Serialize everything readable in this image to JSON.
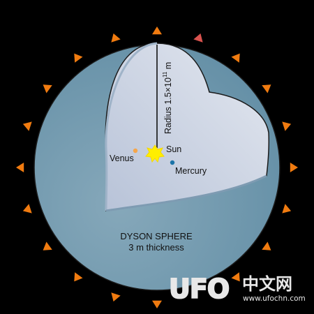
{
  "diagram": {
    "sphere_label_line1": "DYSON SPHERE",
    "sphere_label_line2": "3 m thickness",
    "radius_label": "Radius 1.5×10",
    "radius_exponent": "11",
    "radius_unit": "m",
    "sun_label": "Sun",
    "venus_label": "Venus",
    "mercury_label": "Mercury"
  },
  "watermark": {
    "logo_text": "UFO",
    "chinese_text": "中文网",
    "url": "www.ufochn.com"
  },
  "colors": {
    "background": "#000000",
    "shell_outer": "#6a94aa",
    "shell_inner_surface": "#d8dde8",
    "arrow_orange": "#f07b10",
    "arrow_red": "#d9534f",
    "sun": "#ffee00",
    "venus": "#f6a64a",
    "mercury": "#1c74a8"
  },
  "icons": {
    "sun": "sun-burst-icon",
    "arrows": "radiation-arrow-icon"
  }
}
